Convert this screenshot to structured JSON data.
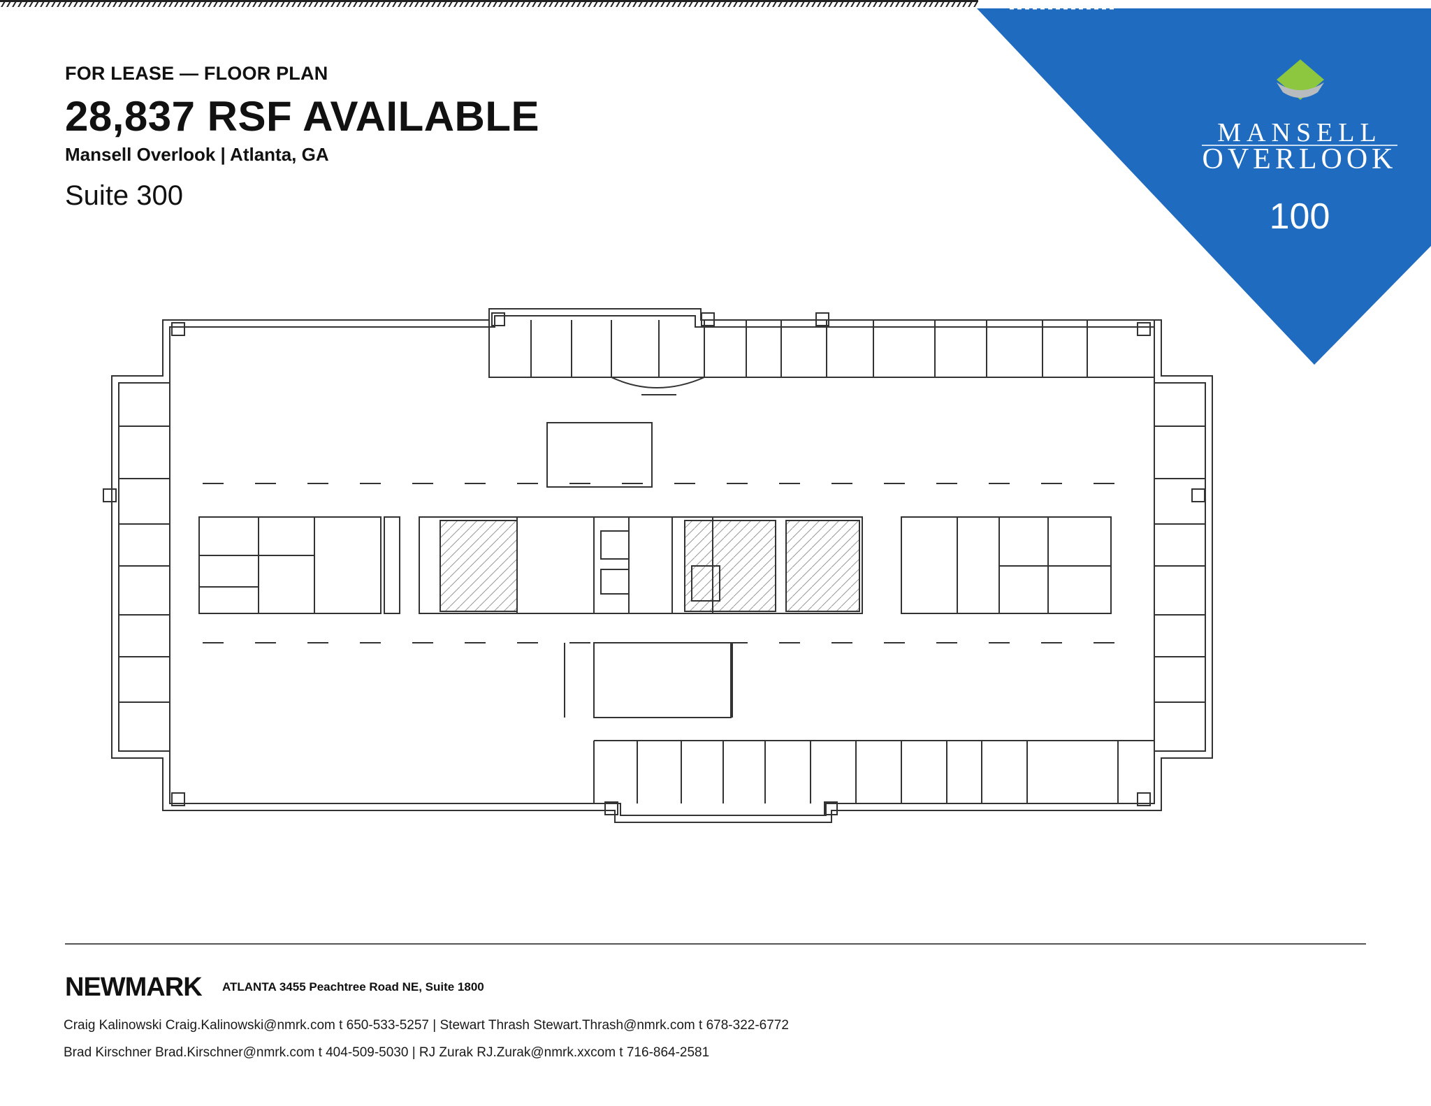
{
  "header": {
    "eyebrow": "FOR LEASE — FLOOR PLAN",
    "headline": "28,837 RSF AVAILABLE",
    "location": "Mansell Overlook | Atlanta, GA",
    "suite": "Suite 300"
  },
  "brand": {
    "name_line1": "MANSELL",
    "name_line2": "OVERLOOK",
    "building_number": "100",
    "colors": {
      "banner_blue": "#1f6bbf",
      "logo_green": "#8dc63f",
      "logo_grey": "#b8bcbf"
    }
  },
  "footer": {
    "company": "NEWMARK",
    "office": "ATLANTA 3455 Peachtree Road NE, Suite 1800",
    "contact_line1": "Craig Kalinowski Craig.Kalinowski@nmrk.com t 650-533-5257 | Stewart Thrash  Stewart.Thrash@nmrk.com  t 678-322-6772",
    "contact_line2": "Brad Kirschner  Brad.Kirschner@nmrk.com  t 404-509-5030 | RJ Zurak  RJ.Zurak@nmrk.xxcom  t 716-864-2581"
  }
}
